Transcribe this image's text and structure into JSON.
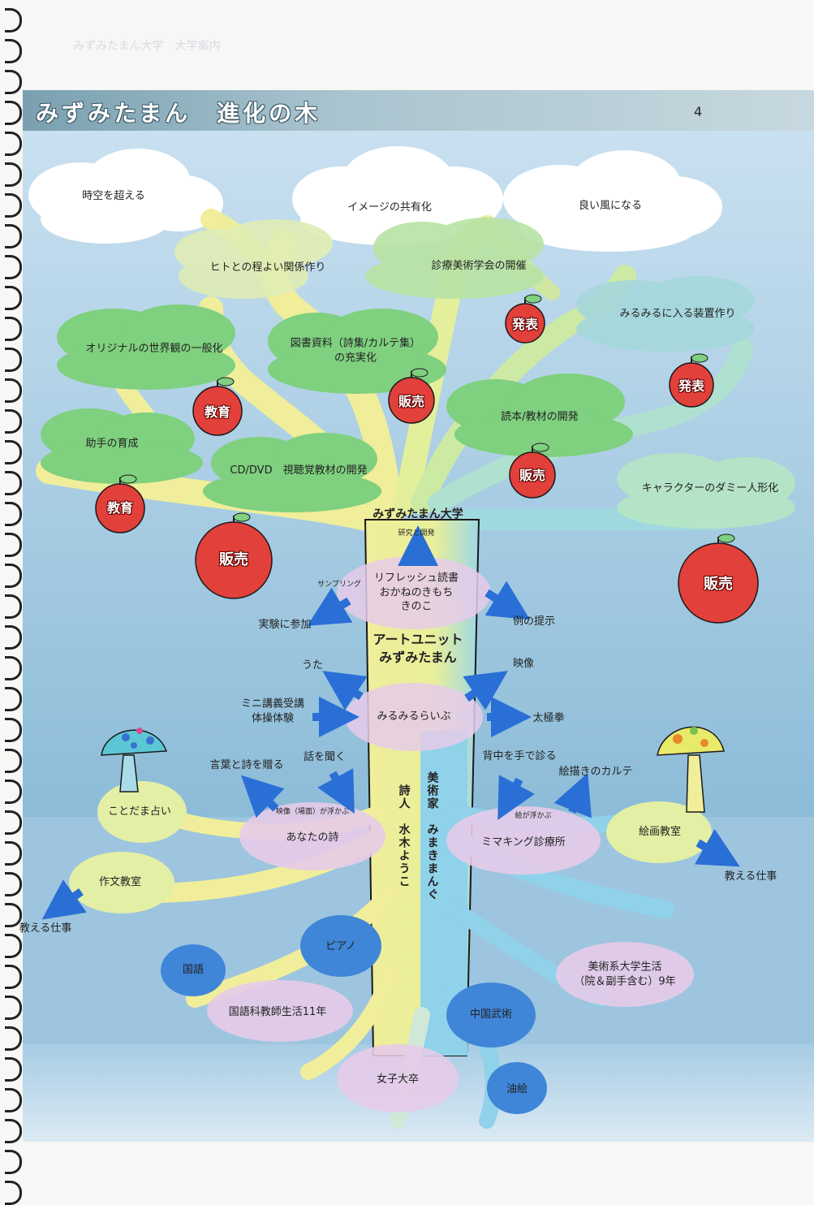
{
  "header": {
    "title": "みずみたまん　進化の木",
    "page_number": "4",
    "faint_text": "みずみたまん大学　大学案内"
  },
  "colors": {
    "sky": "#8cbcd8",
    "sea": "#9ec5df",
    "trunk_yellow": "#f0ee9a",
    "trunk_blue": "#8fd2ea",
    "leaf_green": "#7fd07f",
    "fruit_red": "#e2403a",
    "bubble_pink": "#e6cbe9",
    "bubble_blue": "#3f86d8",
    "bubble_yellowgreen": "#e4efa6",
    "arrow_blue": "#2a6fd6"
  },
  "clouds": [
    {
      "text": "時空を超える"
    },
    {
      "text": "イメージの共有化"
    },
    {
      "text": "良い風になる"
    }
  ],
  "leaves": [
    {
      "text": "ヒトとの程よい関係作り"
    },
    {
      "text": "診療美術学会の開催"
    },
    {
      "text": "みるみるに入る装置作り"
    },
    {
      "text": "オリジナルの世界観の一般化"
    },
    {
      "text": "図書資料（詩集/カルテ集）\nの充実化"
    },
    {
      "text": "読本/教材の開発"
    },
    {
      "text": "助手の育成"
    },
    {
      "text": "CD/DVD　視聴覚教材の開発"
    },
    {
      "text": "キャラクターのダミー人形化"
    }
  ],
  "fruits": [
    {
      "text": "発表"
    },
    {
      "text": "教育"
    },
    {
      "text": "販売"
    },
    {
      "text": "発表"
    },
    {
      "text": "販売"
    },
    {
      "text": "教育"
    },
    {
      "text": "販売"
    },
    {
      "text": "販売"
    }
  ],
  "trunk": {
    "university": "みずみたまん大学",
    "research": "研究と開発",
    "unit_line1": "アートユニット",
    "unit_line2": "みずみたまん",
    "poet_label": "詩人　水木ようこ",
    "artist_label": "美術家　みまきまんぐ"
  },
  "bubbles": {
    "refresh": "リフレッシュ読書\nおかねのきもち\nきのこ",
    "sampling": "サンプリング",
    "experiment": "実験に参加",
    "example": "例の提示",
    "miru": "みるみるらいぶ",
    "uta": "うた",
    "eizou": "映像",
    "mini": "ミニ講義受講\n体操体験",
    "taikyoku": "太極拳",
    "kotoba": "言葉と詩を贈る",
    "hanashi": "話を聞く",
    "senaka": "背中を手で診る",
    "karte": "絵描きのカルテ",
    "eizou_ukabu": "映像（場面）が浮かぶ",
    "anata": "あなたの詩",
    "e_ukabu": "絵が浮かぶ",
    "mimaking": "ミマキング診療所",
    "kotodama": "ことだま占い",
    "kaiga": "絵画教室",
    "sakubun": "作文教室",
    "oshieru_left": "教える仕事",
    "oshieru_right": "教える仕事"
  },
  "roots": {
    "kokugo": "国語",
    "piano": "ピアノ",
    "kokugo_teacher": "国語科教師生活11年",
    "joshi": "女子大卒",
    "chugoku": "中国武術",
    "abura": "油絵",
    "bijutsu": "美術系大学生活\n（院＆副手含む）9年"
  }
}
